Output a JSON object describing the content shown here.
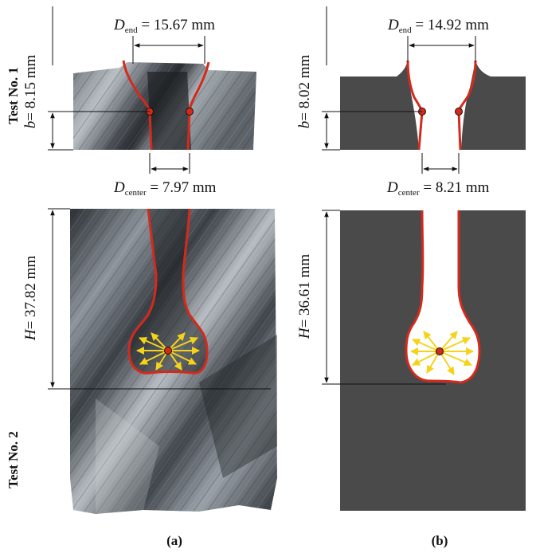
{
  "test1_label": "Test No. 1",
  "test2_label": "Test No. 2",
  "panel_a": "(a)",
  "panel_b": "(b)",
  "meas_a": {
    "D_end": "15.67 mm",
    "D_center": "7.97 mm",
    "b": "8.15 mm",
    "H": "37.82 mm"
  },
  "meas_b": {
    "D_end": "14.92 mm",
    "D_center": "8.21 mm",
    "b": "8.02 mm",
    "H": "36.61 mm"
  },
  "symbols": {
    "D": "D",
    "end_sub": "end",
    "center_sub": "center",
    "b": "b",
    "H": "H",
    "eq": "= "
  },
  "colors": {
    "outline_red": "#d42a1c",
    "arrow_yellow": "#f5d31a",
    "model_gray": "#4a4a4a",
    "metal_dark": "#3a3f45",
    "metal_light": "#9aa2aa"
  }
}
